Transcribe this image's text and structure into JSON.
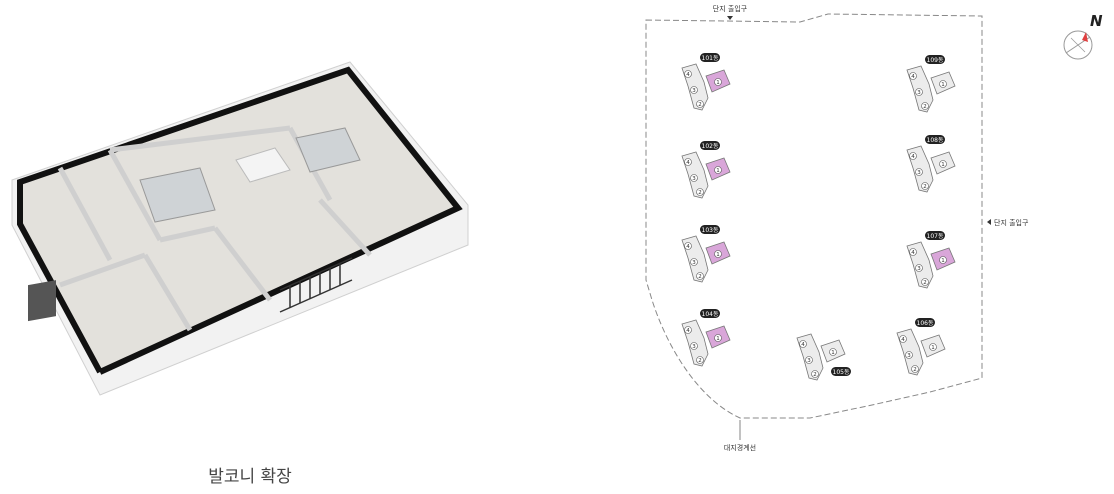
{
  "caption": "발코니 확장",
  "site": {
    "entrance_top": "단지 출입구",
    "entrance_right": "단지 출입구",
    "boundary_label": "대지경계선",
    "compass_letter": "N",
    "highlight_color": "#d9a6d9",
    "buildings": [
      {
        "id": "101",
        "label": "101동",
        "units": [
          "4",
          "3",
          "2",
          "1"
        ],
        "highlight": "1"
      },
      {
        "id": "102",
        "label": "102동",
        "units": [
          "4",
          "3",
          "2",
          "1"
        ],
        "highlight": "1"
      },
      {
        "id": "103",
        "label": "103동",
        "units": [
          "4",
          "3",
          "2",
          "1"
        ],
        "highlight": "1"
      },
      {
        "id": "104",
        "label": "104동",
        "units": [
          "4",
          "3",
          "2",
          "1"
        ],
        "highlight": "1"
      },
      {
        "id": "105",
        "label": "105동",
        "units": [
          "4",
          "3",
          "2",
          "1"
        ],
        "highlight": ""
      },
      {
        "id": "106",
        "label": "106동",
        "units": [
          "4",
          "3",
          "2",
          "1"
        ],
        "highlight": ""
      },
      {
        "id": "107",
        "label": "107동",
        "units": [
          "4",
          "3",
          "2",
          "1"
        ],
        "highlight": "1"
      },
      {
        "id": "108",
        "label": "108동",
        "units": [
          "4",
          "3",
          "2",
          "1"
        ],
        "highlight": ""
      },
      {
        "id": "109",
        "label": "109동",
        "units": [
          "4",
          "3",
          "2",
          "1"
        ],
        "highlight": ""
      }
    ]
  }
}
